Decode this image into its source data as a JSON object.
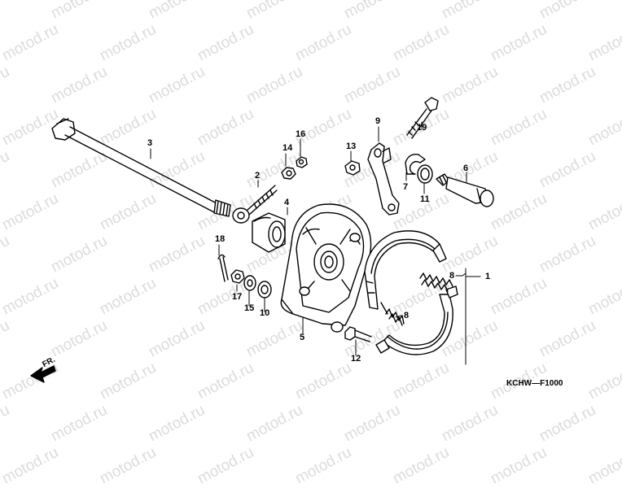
{
  "watermark": "motod.ru",
  "diagram_code": "KCHW—F1000",
  "front_marker": "FR.",
  "callouts": {
    "p1": "1",
    "p2": "2",
    "p3": "3",
    "p4": "4",
    "p5": "5",
    "p6": "6",
    "p7": "7",
    "p8a": "8",
    "p8b": "8",
    "p9": "9",
    "p10": "10",
    "p11": "11",
    "p12": "12",
    "p13": "13",
    "p14": "14",
    "p15": "15",
    "p16": "16",
    "p17": "17",
    "p18": "18",
    "p19": "19"
  }
}
